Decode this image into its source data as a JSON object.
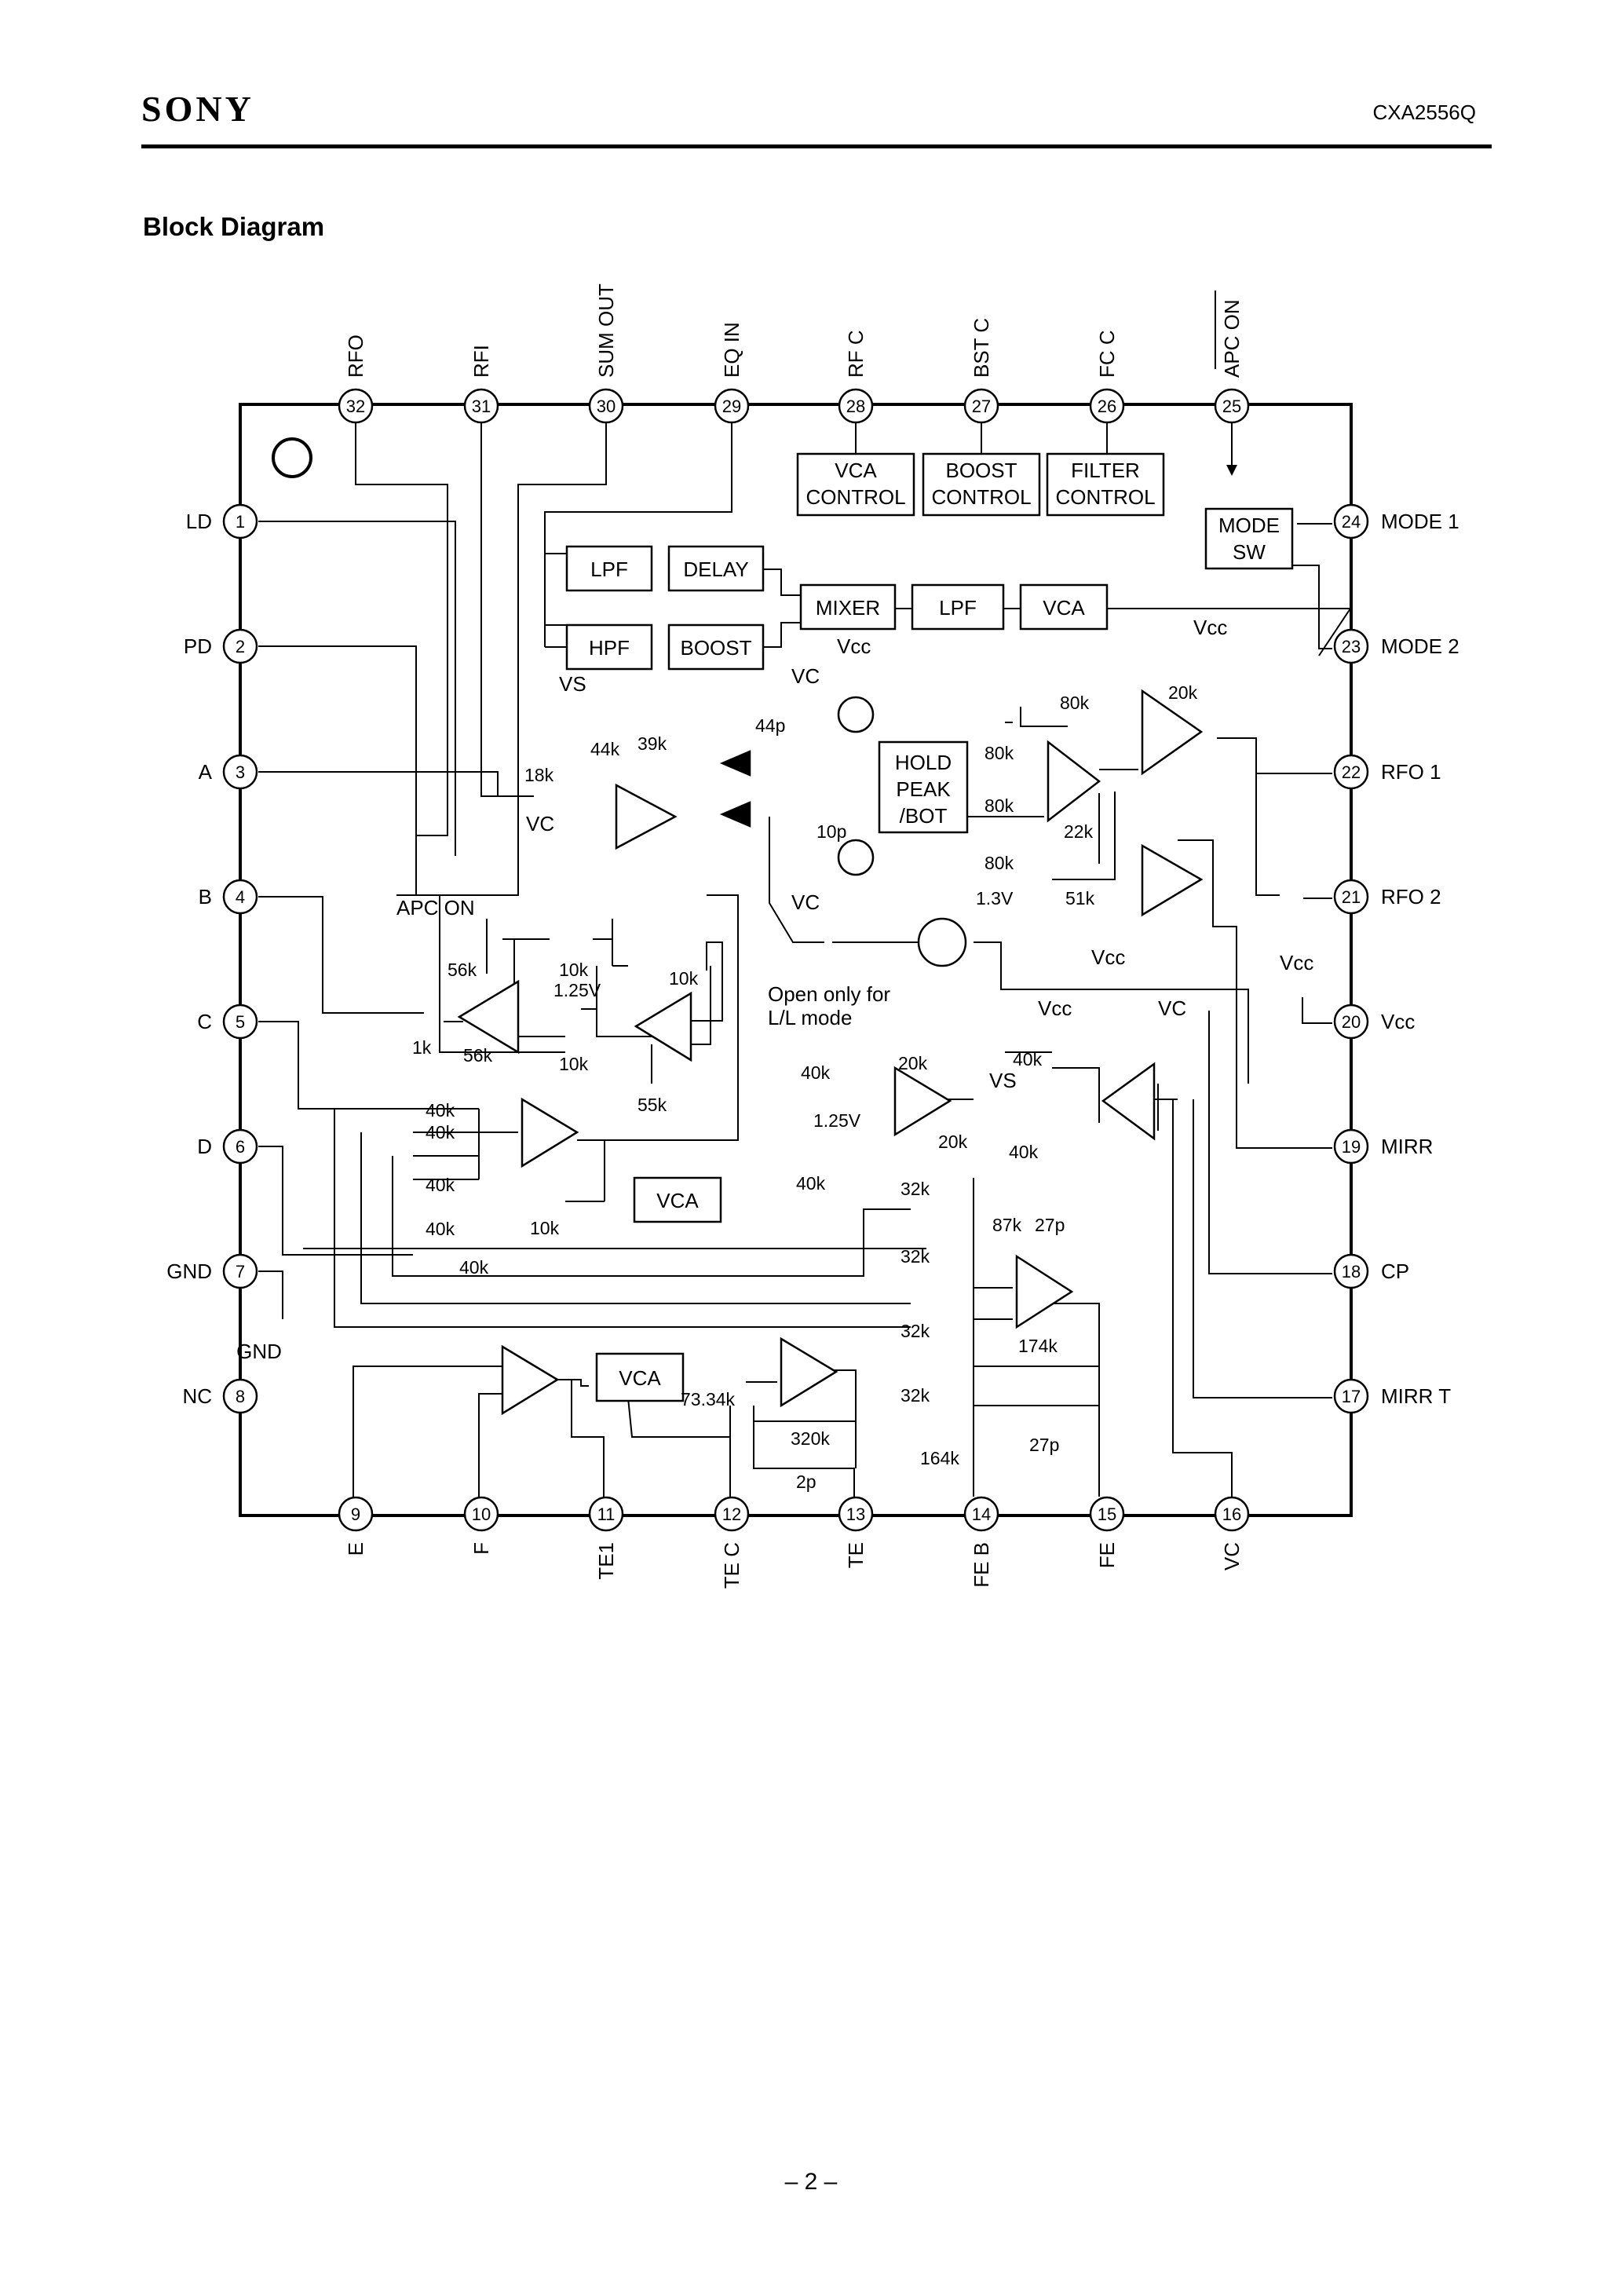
{
  "header": {
    "brand": "SONY",
    "part_number": "CXA2556Q"
  },
  "section_title": "Block Diagram",
  "page_number": "– 2 –",
  "pins": {
    "top": [
      {
        "num": "32",
        "label": "RFO"
      },
      {
        "num": "31",
        "label": "RFI"
      },
      {
        "num": "30",
        "label": "SUM OUT"
      },
      {
        "num": "29",
        "label": "EQ IN"
      },
      {
        "num": "28",
        "label": "RF C"
      },
      {
        "num": "27",
        "label": "BST C"
      },
      {
        "num": "26",
        "label": "FC C"
      },
      {
        "num": "25",
        "label": "APC ON"
      }
    ],
    "left": [
      {
        "num": "1",
        "label": "LD"
      },
      {
        "num": "2",
        "label": "PD"
      },
      {
        "num": "3",
        "label": "A"
      },
      {
        "num": "4",
        "label": "B"
      },
      {
        "num": "5",
        "label": "C"
      },
      {
        "num": "6",
        "label": "D"
      },
      {
        "num": "7",
        "label": "GND"
      },
      {
        "num": "8",
        "label": "NC"
      }
    ],
    "right": [
      {
        "num": "24",
        "label": "MODE 1"
      },
      {
        "num": "23",
        "label": "MODE 2"
      },
      {
        "num": "22",
        "label": "RFO 1"
      },
      {
        "num": "21",
        "label": "RFO 2"
      },
      {
        "num": "20",
        "label": "Vcc"
      },
      {
        "num": "19",
        "label": "MIRR"
      },
      {
        "num": "18",
        "label": "CP"
      },
      {
        "num": "17",
        "label": "MIRR T"
      }
    ],
    "bottom": [
      {
        "num": "9",
        "label": "E"
      },
      {
        "num": "10",
        "label": "F"
      },
      {
        "num": "11",
        "label": "TE1"
      },
      {
        "num": "12",
        "label": "TE C"
      },
      {
        "num": "13",
        "label": "TE"
      },
      {
        "num": "14",
        "label": "FE B"
      },
      {
        "num": "15",
        "label": "FE"
      },
      {
        "num": "16",
        "label": "VC"
      }
    ]
  },
  "blocks": {
    "vca_control": [
      "VCA",
      "CONTROL"
    ],
    "boost_control": [
      "BOOST",
      "CONTROL"
    ],
    "filter_control": [
      "FILTER",
      "CONTROL"
    ],
    "mode_sw": [
      "MODE",
      "SW"
    ],
    "lpf1": "LPF",
    "delay": "DELAY",
    "hpf": "HPF",
    "boost": "BOOST",
    "mixer": "MIXER",
    "lpf2": "LPF",
    "vca_rf": "VCA",
    "hold_peak": [
      "HOLD",
      "PEAK",
      "/BOT"
    ],
    "vca_mid": "VCA",
    "vca_low": "VCA"
  },
  "annotations": {
    "gnd_label": "GND",
    "apc_on_label": "APC ON",
    "open_note": [
      "Open only for",
      "L/L mode"
    ],
    "vs": "VS",
    "vc": "VC",
    "vcc": "Vcc"
  },
  "components": [
    "44k",
    "39k",
    "18k",
    "44p",
    "10p",
    "80k",
    "80k",
    "80k",
    "80k",
    "20k",
    "22k",
    "51k",
    "1.3V",
    "56k",
    "10k",
    "1.25V",
    "10k",
    "1k",
    "56k",
    "10k",
    "55k",
    "40k",
    "40k",
    "40k",
    "40k",
    "40k",
    "10k",
    "40k",
    "20k",
    "1.25V",
    "20k",
    "40k",
    "40k",
    "40k",
    "32k",
    "32k",
    "32k",
    "32k",
    "87k",
    "27p",
    "174k",
    "27p",
    "164k",
    "73.34k",
    "320k",
    "2p"
  ]
}
